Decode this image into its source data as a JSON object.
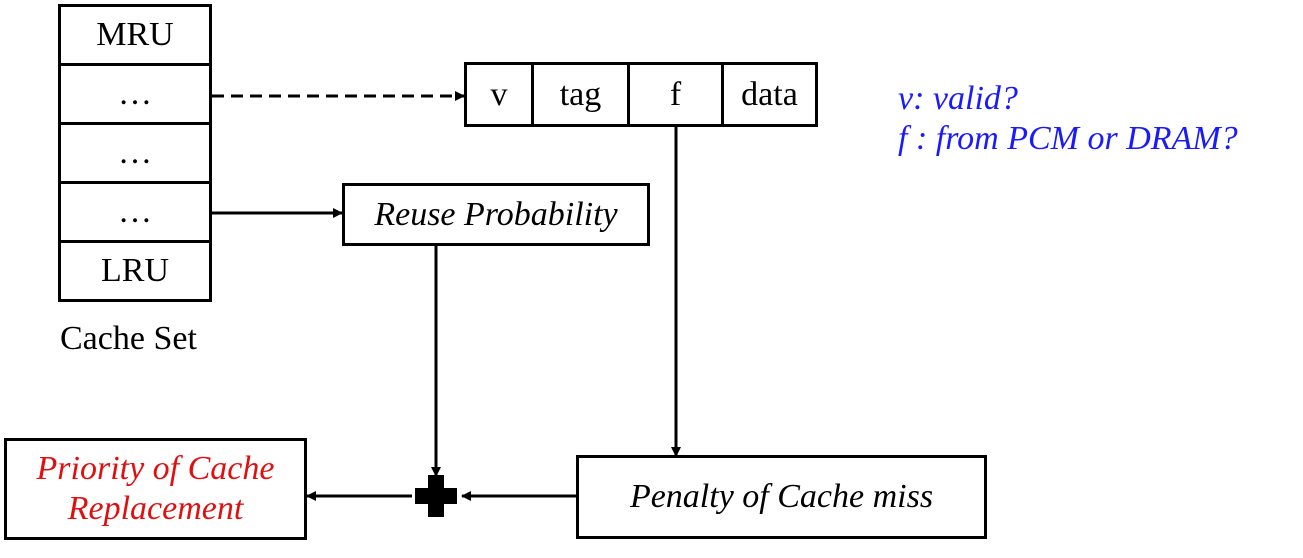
{
  "cache_set": {
    "entries": [
      "MRU",
      "…",
      "…",
      "…",
      "LRU"
    ],
    "caption": "Cache Set"
  },
  "line_fields": [
    "v",
    "tag",
    "f",
    "data"
  ],
  "legend": {
    "line1": "v: valid?",
    "line2": "f : from PCM or DRAM?",
    "color": "#1a1aff"
  },
  "reuse_box": "Reuse Probability",
  "penalty_box": "Penalty of Cache miss",
  "priority_box": {
    "line1": "Priority of Cache",
    "line2": "Replacement",
    "color": "#e01010"
  }
}
